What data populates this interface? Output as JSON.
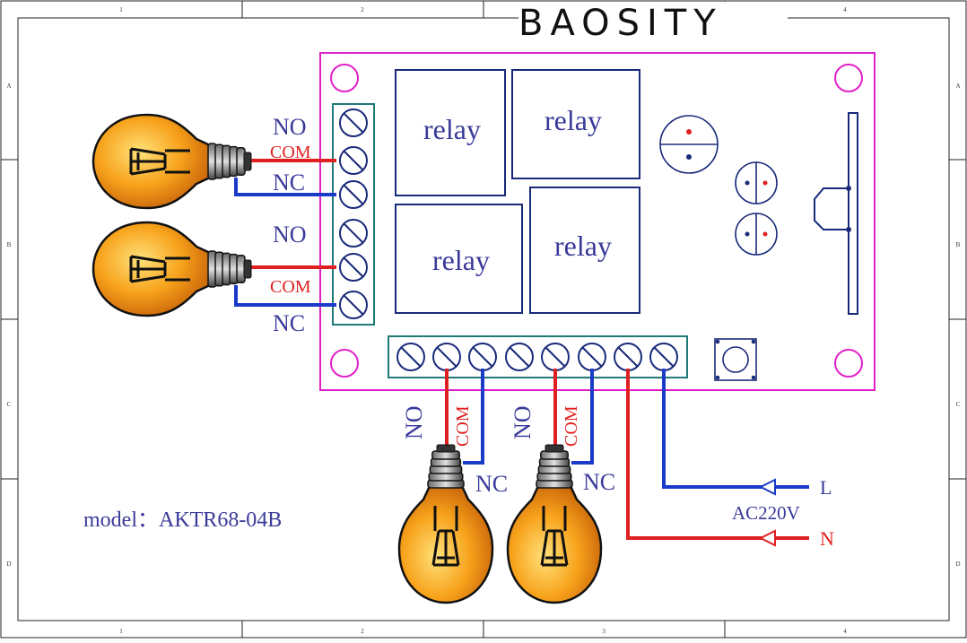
{
  "brand": "BAOSITY",
  "model_label": "model：AKTR68-04B",
  "frame": {
    "columns": [
      "1",
      "2",
      "3",
      "4"
    ],
    "rows": [
      "A",
      "B",
      "C",
      "D"
    ]
  },
  "relays": [
    "relay",
    "relay",
    "relay",
    "relay"
  ],
  "left_terminals": {
    "lamp1": {
      "no": "NO",
      "com": "COM",
      "nc": "NC"
    },
    "lamp2": {
      "no": "NO",
      "com": "COM",
      "nc": "NC"
    }
  },
  "bottom_terminals": {
    "lamp3": {
      "no": "NO",
      "com": "COM",
      "nc": "NC"
    },
    "lamp4": {
      "no": "NO",
      "com": "COM",
      "nc": "NC"
    }
  },
  "power": {
    "live": "L",
    "neutral": "N",
    "voltage": "AC220V"
  },
  "colors": {
    "board": "#e020c8",
    "terminal_block": "#1f7a78",
    "relay_outline": "#1a2a7a",
    "relay_text": "#3a3a9a",
    "wire_red": "#e02020",
    "wire_blue": "#1a3ac8",
    "label_blue": "#3a3a9a",
    "label_red": "#e02020",
    "bulb": "#f5a623",
    "frame": "#222222"
  },
  "icons": [
    "light-bulb-icon",
    "screw-terminal-icon",
    "mounting-hole-icon",
    "push-button-icon",
    "capacitor-icon",
    "arrow-icon"
  ]
}
